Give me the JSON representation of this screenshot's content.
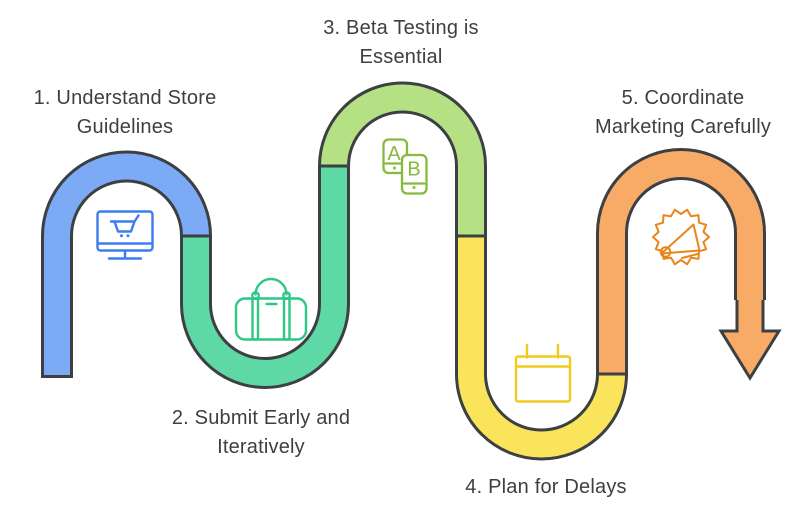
{
  "background_color": "#ffffff",
  "outline_color": "#3c4043",
  "text_color": "#3c4043",
  "steps": [
    {
      "label_line1": "1. Understand Store",
      "label_line2": "Guidelines",
      "segment_color": "#7caaf4",
      "icon": "store-monitor-cart-icon",
      "icon_color": "#3d7bf0"
    },
    {
      "label_line1": "2. Submit Early and",
      "label_line2": "Iteratively",
      "segment_color": "#5ed8a5",
      "icon": "duffel-bag-icon",
      "icon_color": "#2dc786"
    },
    {
      "label_line1": "3. Beta Testing is",
      "label_line2": "Essential",
      "segment_color": "#b5e184",
      "icon": "ab-testing-phones-icon",
      "icon_color": "#85ba3b",
      "phone_a_letter": "A",
      "phone_b_letter": "B"
    },
    {
      "label_line1": "4. Plan for Delays",
      "label_line2": "",
      "segment_color": "#f9e45c",
      "icon": "calendar-icon",
      "icon_color": "#eecb1d"
    },
    {
      "label_line1": "5. Coordinate",
      "label_line2": "Marketing Carefully",
      "segment_color": "#f7ab66",
      "icon": "megaphone-burst-icon",
      "icon_color": "#e8861c"
    }
  ]
}
